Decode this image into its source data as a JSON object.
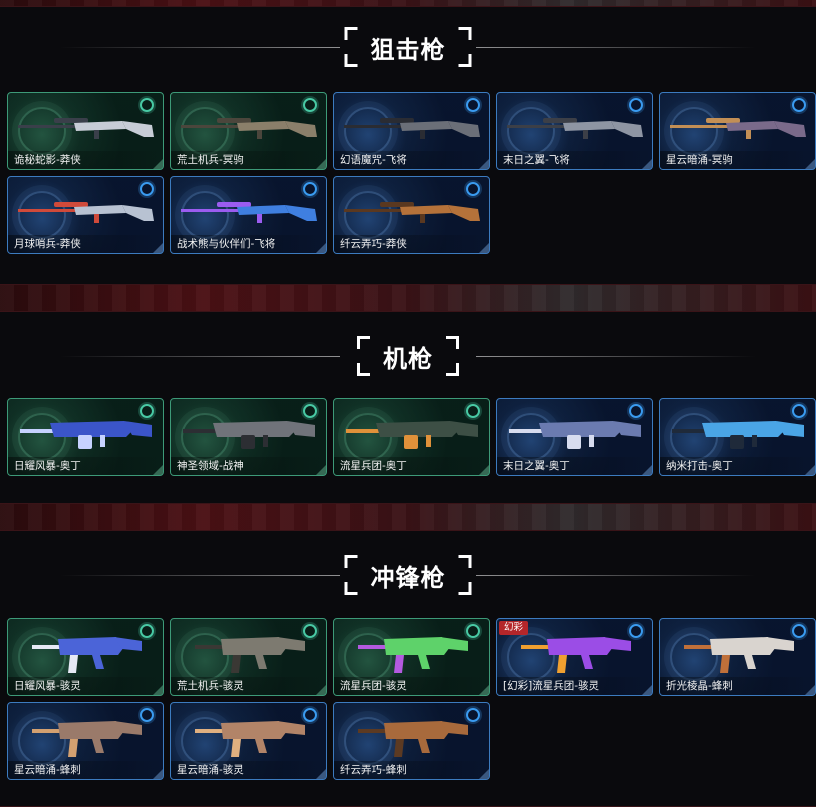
{
  "sections": [
    {
      "title": "狙击枪",
      "items": [
        {
          "name": "诡秘蛇影-莽侠",
          "rarity": "green",
          "skin": "#c7ccd6",
          "accent": "#3a3f4a",
          "type": "sniper"
        },
        {
          "name": "荒土机兵-冥驹",
          "rarity": "green",
          "skin": "#8a7f6a",
          "accent": "#4b463c",
          "type": "sniper"
        },
        {
          "name": "幻语魔咒-飞将",
          "rarity": "blue",
          "skin": "#6b6f78",
          "accent": "#2a2c33",
          "type": "sniper"
        },
        {
          "name": "末日之翼-飞将",
          "rarity": "blue",
          "skin": "#8e95a3",
          "accent": "#3c3f47",
          "type": "sniper"
        },
        {
          "name": "星云暗涌-冥驹",
          "rarity": "blue",
          "skin": "#7a6a8a",
          "accent": "#c38f55",
          "type": "sniper"
        },
        {
          "name": "月球哨兵-莽侠",
          "rarity": "blue",
          "skin": "#b8c2d2",
          "accent": "#d04a3a",
          "type": "sniper"
        },
        {
          "name": "战术熊与伙伴们-飞将",
          "rarity": "blue",
          "skin": "#3f7fe0",
          "accent": "#9b5cf0",
          "type": "sniper"
        },
        {
          "name": "纤云弄巧-莽侠",
          "rarity": "blue",
          "skin": "#b5723a",
          "accent": "#5a3820",
          "type": "sniper"
        }
      ]
    },
    {
      "title": "机枪",
      "items": [
        {
          "name": "日耀风暴-奥丁",
          "rarity": "green",
          "skin": "#3b55c9",
          "accent": "#c6d2ff",
          "type": "mg"
        },
        {
          "name": "神圣领域-战神",
          "rarity": "green",
          "skin": "#70737a",
          "accent": "#2c2e33",
          "type": "mg"
        },
        {
          "name": "流星兵团-奥丁",
          "rarity": "green",
          "skin": "#3d4f45",
          "accent": "#e0913a",
          "type": "mg"
        },
        {
          "name": "末日之翼-奥丁",
          "rarity": "blue",
          "skin": "#6b7bb0",
          "accent": "#d7dcef",
          "type": "mg"
        },
        {
          "name": "纳米打击-奥丁",
          "rarity": "blue",
          "skin": "#4aa5e6",
          "accent": "#1f2a3a",
          "type": "mg"
        }
      ]
    },
    {
      "title": "冲锋枪",
      "items": [
        {
          "name": "日耀风暴-骇灵",
          "rarity": "green",
          "skin": "#4b64d8",
          "accent": "#e6e9f5",
          "type": "smg"
        },
        {
          "name": "荒土机兵-骇灵",
          "rarity": "green",
          "skin": "#7d7a70",
          "accent": "#3a3834",
          "type": "smg"
        },
        {
          "name": "流星兵团-骇灵",
          "rarity": "green",
          "skin": "#5ed26a",
          "accent": "#b45ae0",
          "type": "smg"
        },
        {
          "name": "[幻彩]流星兵团-骇灵",
          "rarity": "blue",
          "skin": "#9b4de6",
          "accent": "#f0a030",
          "type": "smg",
          "tag": "幻彩"
        },
        {
          "name": "折光棱晶-蜂刺",
          "rarity": "blue",
          "skin": "#d9d4cf",
          "accent": "#c0703a",
          "type": "smg"
        },
        {
          "name": "星云暗涌-蜂刺",
          "rarity": "blue",
          "skin": "#9a7a6a",
          "accent": "#d3a070",
          "type": "smg"
        },
        {
          "name": "星云暗涌-骇灵",
          "rarity": "blue",
          "skin": "#b28468",
          "accent": "#e0b080",
          "type": "smg"
        },
        {
          "name": "纤云弄巧-蜂刺",
          "rarity": "blue",
          "skin": "#a86a3c",
          "accent": "#5c3a22",
          "type": "smg"
        }
      ]
    }
  ]
}
